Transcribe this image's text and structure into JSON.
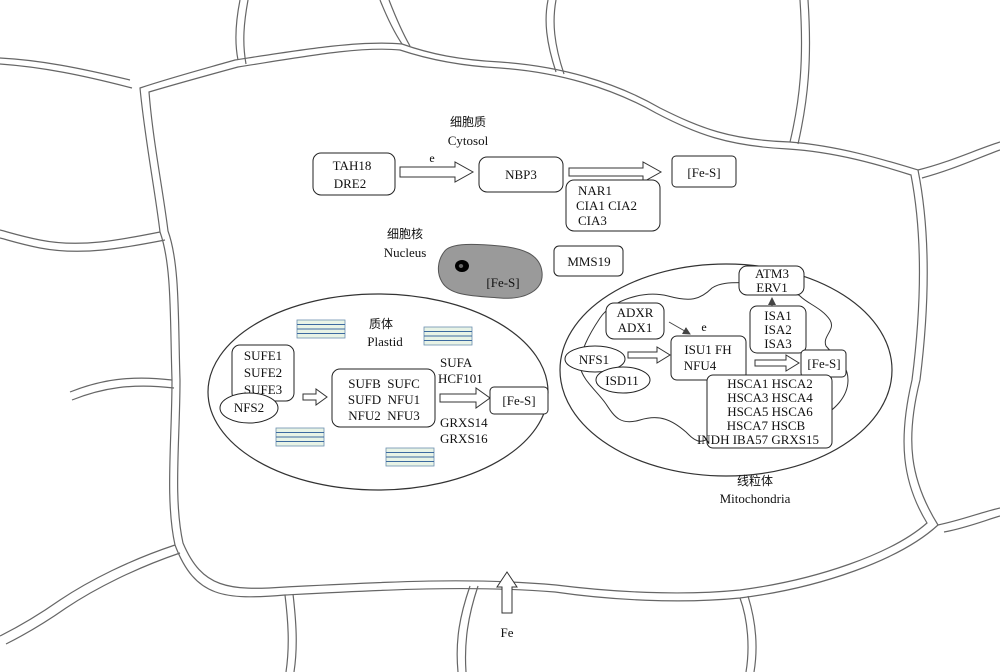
{
  "cytosol": {
    "zh": "细胞质",
    "en": "Cytosol"
  },
  "nucleus": {
    "zh": "细胞核",
    "en": "Nucleus",
    "cluster": "[Fe-S]"
  },
  "plastid": {
    "zh": "质体",
    "en": "Plastid"
  },
  "mitochondria": {
    "zh": "线粒体",
    "en": "Mitochondria"
  },
  "iron_input": "Fe",
  "cytosol_pathway": {
    "donor_lines": [
      "TAH18",
      "DRE2"
    ],
    "electron": "e",
    "scaffold": "NBP3",
    "cia_lines": [
      "NAR1",
      "CIA1 CIA2",
      "CIA3"
    ],
    "cluster": "[Fe-S]",
    "mms19": "MMS19"
  },
  "plastid_pathway": {
    "sufe_lines": [
      "SUFE1",
      "SUFE2",
      "SUFE3"
    ],
    "nfs2": "NFS2",
    "complex_lines": [
      "SUFB  SUFC",
      "SUFD  NFU1",
      "NFU2  NFU3"
    ],
    "carrier_top": [
      "SUFA",
      "HCF101"
    ],
    "carrier_bottom": [
      "GRXS14",
      "GRXS16"
    ],
    "cluster": "[Fe-S]"
  },
  "mito_pathway": {
    "export_lines": [
      "ATM3",
      "ERV1"
    ],
    "adx_lines": [
      "ADXR",
      "ADX1"
    ],
    "electron": "e",
    "nfs1": "NFS1",
    "isd11": "ISD11",
    "isu_lines": [
      "ISU1 FH",
      "NFU4"
    ],
    "isa_lines": [
      "ISA1",
      "ISA2",
      "ISA3"
    ],
    "cluster": "[Fe-S]",
    "hsc_lines": [
      "HSCA1 HSCA2",
      "HSCA3 HSCA4",
      "HSCA5 HSCA6",
      "HSCA7 HSCB",
      "INDH IBA57 GRXS15"
    ]
  }
}
